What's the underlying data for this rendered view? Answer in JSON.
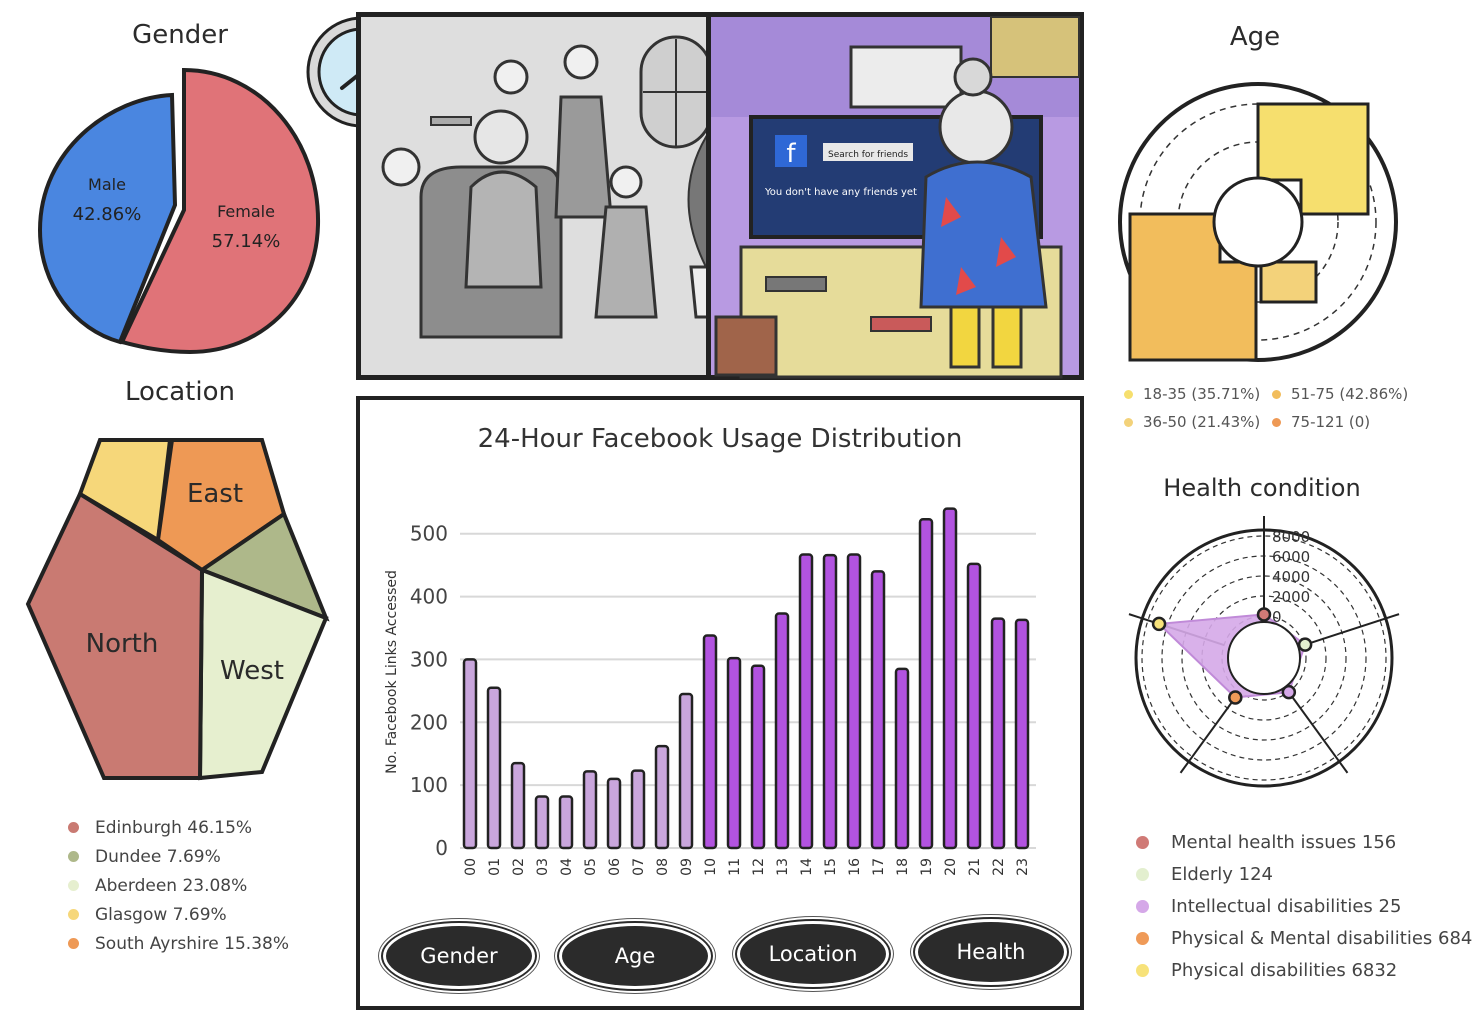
{
  "gender": {
    "title": "Gender",
    "chart_data": {
      "type": "pie",
      "slices": [
        {
          "name": "Male",
          "label": "42.86%",
          "value": 42.86,
          "color": "#4a86e0"
        },
        {
          "name": "Female",
          "label": "57.14%",
          "value": 57.14,
          "color": "#e07378"
        }
      ]
    }
  },
  "location": {
    "title": "Location",
    "labels": {
      "east": "East",
      "north": "North",
      "west": "West"
    },
    "chart_data": {
      "type": "pie",
      "slices": [
        {
          "name": "Edinburgh",
          "value": 46.15,
          "color": "#c97a72"
        },
        {
          "name": "Dundee",
          "value": 7.69,
          "color": "#aeb88a"
        },
        {
          "name": "Aberdeen",
          "value": 23.08,
          "color": "#e6efcf"
        },
        {
          "name": "Glasgow",
          "value": 7.69,
          "color": "#f6d77a"
        },
        {
          "name": "South Ayrshire",
          "value": 15.38,
          "color": "#ee9955"
        }
      ]
    },
    "legend": [
      {
        "label": "Edinburgh 46.15%",
        "color": "#c97a72"
      },
      {
        "label": "Dundee 7.69%",
        "color": "#aeb88a"
      },
      {
        "label": "Aberdeen 23.08%",
        "color": "#e6efcf"
      },
      {
        "label": "Glasgow 7.69%",
        "color": "#f6d77a"
      },
      {
        "label": "South Ayrshire 15.38%",
        "color": "#ee9955"
      }
    ]
  },
  "scene": {
    "fb_search": "Search for friends",
    "fb_message": "You don't have any friends yet"
  },
  "usage": {
    "chart_data": {
      "type": "bar",
      "title": "24-Hour Facebook Usage Distribution",
      "ylabel": "No. Facebook Links Accessed",
      "xlabel": "",
      "categories": [
        "00",
        "01",
        "02",
        "03",
        "04",
        "05",
        "06",
        "07",
        "08",
        "09",
        "10",
        "11",
        "12",
        "13",
        "14",
        "15",
        "16",
        "17",
        "18",
        "19",
        "20",
        "21",
        "22",
        "23"
      ],
      "values": [
        300,
        255,
        135,
        82,
        82,
        122,
        110,
        123,
        162,
        245,
        338,
        302,
        290,
        373,
        467,
        466,
        467,
        440,
        285,
        523,
        540,
        452,
        365,
        363
      ],
      "yticks": [
        "0",
        "100",
        "200",
        "300",
        "400",
        "500"
      ],
      "ylim": [
        0,
        560
      ],
      "highlight_color": "#b253e0",
      "muted_color": "#c9a6dc"
    }
  },
  "buttons": {
    "gender": "Gender",
    "age": "Age",
    "location": "Location",
    "health": "Health"
  },
  "age": {
    "title": "Age",
    "chart_data": {
      "type": "polar-bar",
      "categories": [
        "18-35",
        "36-50",
        "51-75",
        "75-121"
      ],
      "values": [
        35.71,
        21.43,
        42.86,
        0
      ]
    },
    "legend": [
      {
        "label": "18-35 (35.71%)",
        "color": "#f6df6e"
      },
      {
        "label": "51-75 (42.86%)",
        "color": "#f2bd5c"
      },
      {
        "label": "36-50 (21.43%)",
        "color": "#f3d27a"
      },
      {
        "label": "75-121 (0)",
        "color": "#ee9955"
      }
    ]
  },
  "health": {
    "title": "Health condition",
    "chart_data": {
      "type": "radar",
      "categories": [
        "Mental health issues",
        "Elderly",
        "Intellectual disabilities",
        "Physical & Mental disabilities",
        "Physical disabilities"
      ],
      "values": [
        156,
        124,
        25,
        684,
        6832
      ],
      "rticks": [
        "0",
        "2000",
        "4000",
        "6000",
        "8000"
      ],
      "rlim": [
        0,
        8000
      ]
    },
    "legend": [
      {
        "label": "Mental health issues 156",
        "color": "#d07a76"
      },
      {
        "label": "Elderly 124",
        "color": "#e3efcf"
      },
      {
        "label": "Intellectual disabilities 25",
        "color": "#d5a8e8"
      },
      {
        "label": "Physical & Mental disabilities 684",
        "color": "#ef9a58"
      },
      {
        "label": "Physical disabilities 6832",
        "color": "#f7e27a"
      }
    ]
  }
}
